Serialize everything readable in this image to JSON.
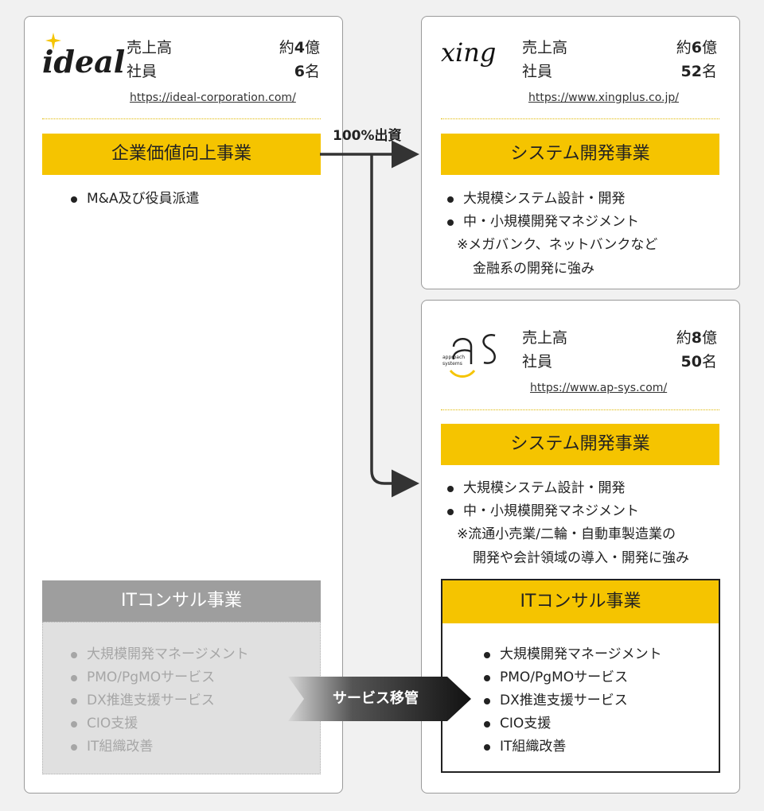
{
  "ideal": {
    "logo_text": "ideal",
    "sales_label": "売上高",
    "sales_prefix": "約",
    "sales_value": "4",
    "sales_suffix": "億",
    "staff_label": "社員",
    "staff_value": "6",
    "staff_suffix": "名",
    "url": "https://ideal-corporation.com/",
    "business": "企業価値向上事業",
    "bullets": [
      "M&A及び役員派遣"
    ],
    "it_business": "ITコンサル事業",
    "it_bullets": [
      "大規模開発マネージメント",
      "PMO/PgMOサービス",
      "DX推進支援サービス",
      "CIO支援",
      "IT組織改善"
    ]
  },
  "xing": {
    "logo_text": "xing",
    "sales_label": "売上高",
    "sales_prefix": "約",
    "sales_value": "6",
    "sales_suffix": "億",
    "staff_label": "社員",
    "staff_value": "52",
    "staff_suffix": "名",
    "url": "https://www.xingplus.co.jp/",
    "business": "システム開発事業",
    "bullets": [
      "大規模システム設計・開発",
      "中・小規模開発マネジメント"
    ],
    "note_lines": [
      "※メガバンク、ネットバンクなど",
      "金融系の開発に強み"
    ]
  },
  "aps": {
    "logo_text_top": "approach",
    "logo_text_bottom": "systems",
    "sales_label": "売上高",
    "sales_prefix": "約",
    "sales_value": "8",
    "sales_suffix": "億",
    "staff_label": "社員",
    "staff_value": "50",
    "staff_suffix": "名",
    "url": "https://www.ap-sys.com/",
    "business": "システム開発事業",
    "bullets": [
      "大規模システム設計・開発",
      "中・小規模開発マネジメント"
    ],
    "note_lines": [
      "※流通小売業/二輪・自動車製造業の",
      "開発や会計領域の導入・開発に強み"
    ],
    "it_business": "ITコンサル事業",
    "it_bullets": [
      "大規模開発マネージメント",
      "PMO/PgMOサービス",
      "DX推進支援サービス",
      "CIO支援",
      "IT組織改善"
    ]
  },
  "investment_label": "100%出資",
  "transfer_label": "サービス移管",
  "colors": {
    "accent": "#f5c400",
    "gray_banner": "#9e9e9e",
    "gray_box": "#e0e0e0",
    "arrow": "#333333"
  }
}
